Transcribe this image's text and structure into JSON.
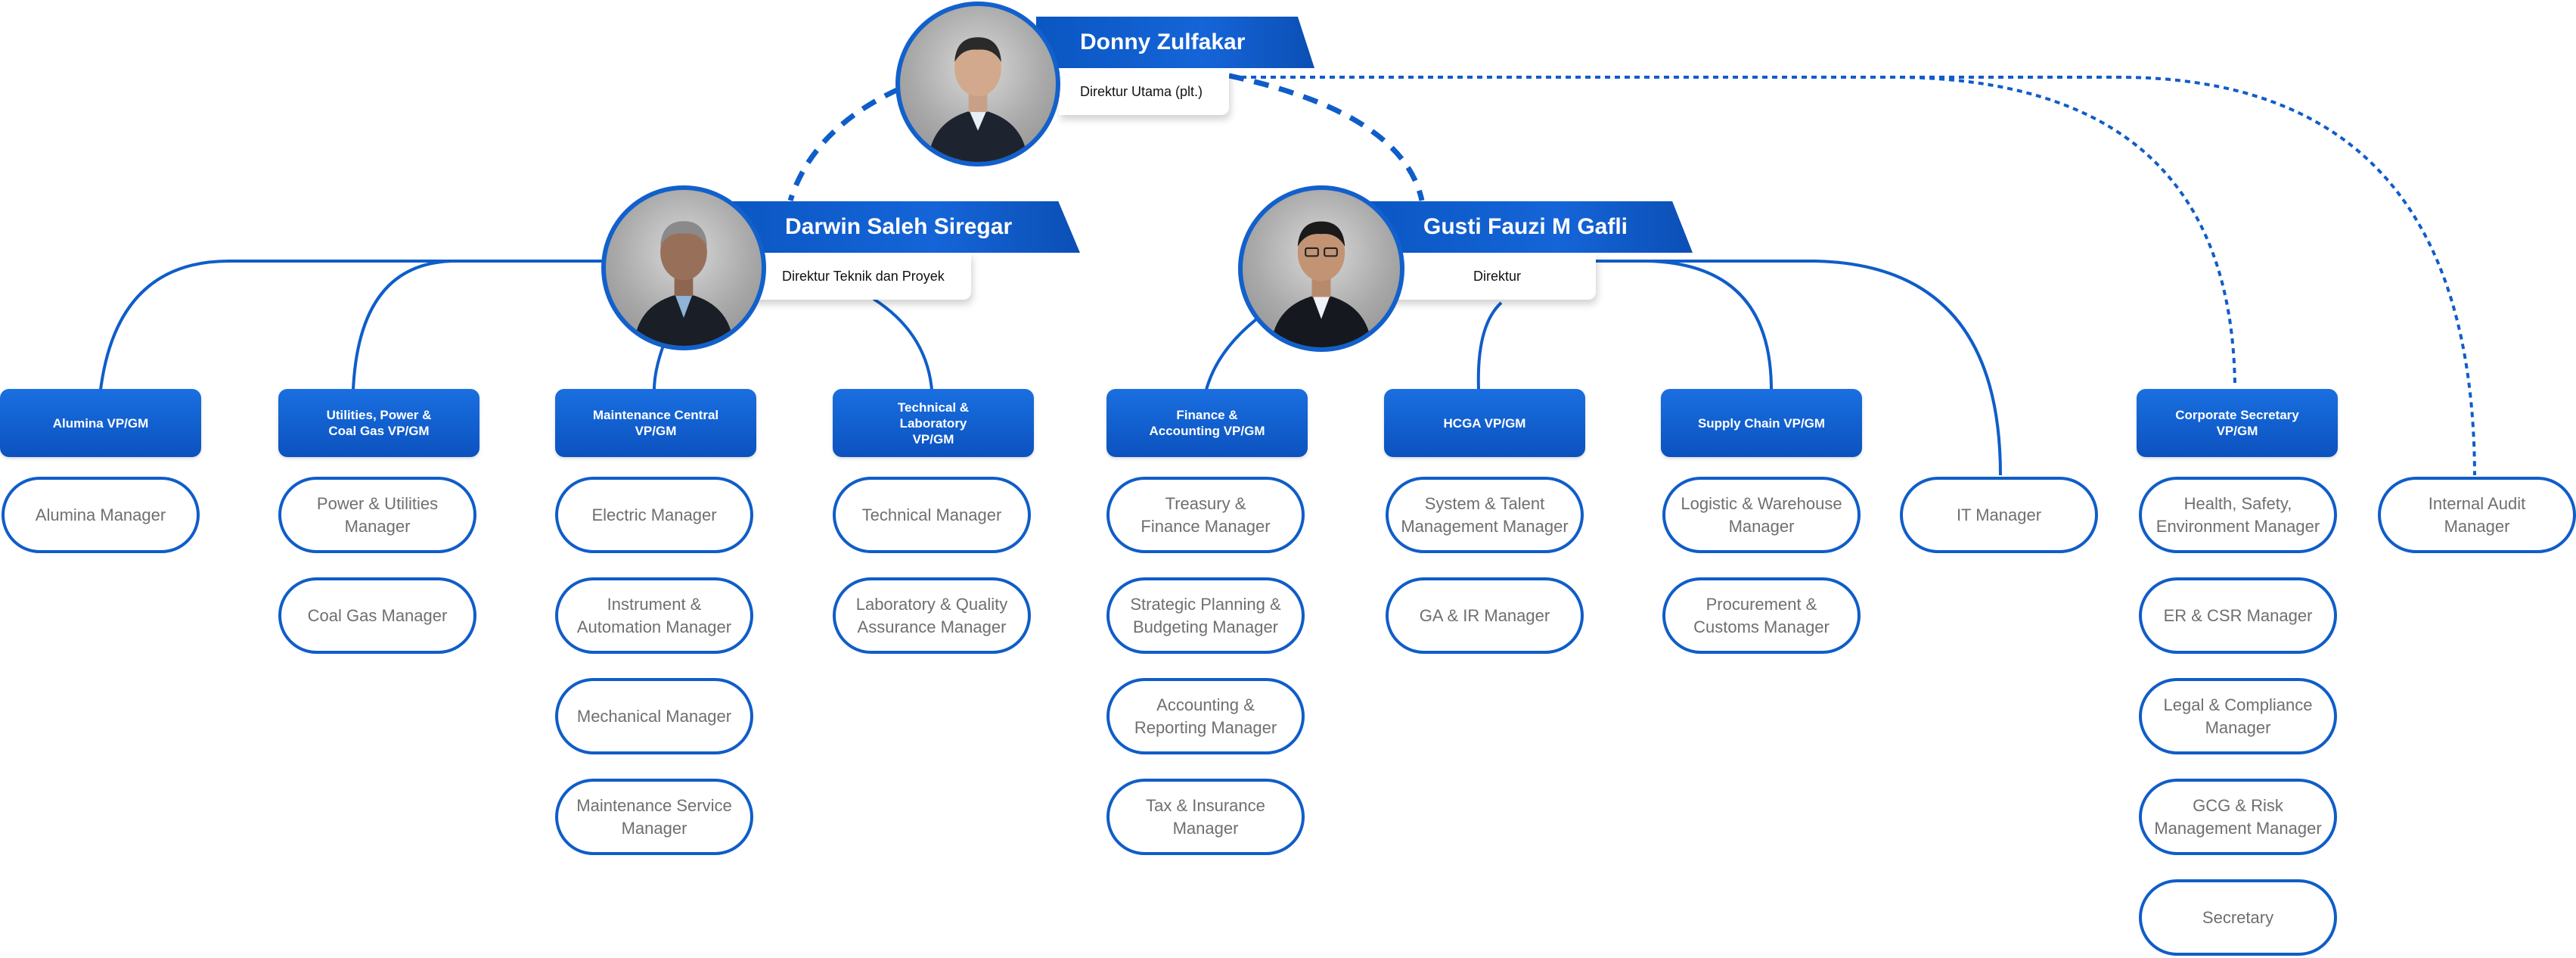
{
  "executives": {
    "ceo": {
      "name": "Donny Zulfakar",
      "title": "Direktur Utama (plt.)"
    },
    "tech": {
      "name": "Darwin Saleh Siregar",
      "title": "Direktur Teknik dan Proyek"
    },
    "fin": {
      "name": "Gusti Fauzi M Gafli",
      "title": "Direktur"
    }
  },
  "colors": {
    "accent": "#1260cc",
    "accent_light": "#1a6fe0",
    "manager_text": "#6f6f6f"
  },
  "vp_units": [
    {
      "label": "Alumina VP/GM"
    },
    {
      "label": "Utilities, Power &\nCoal Gas VP/GM"
    },
    {
      "label": "Maintenance Central\nVP/GM"
    },
    {
      "label": "Technical &\nLaboratory\nVP/GM"
    },
    {
      "label": "Finance &\nAccounting VP/GM"
    },
    {
      "label": "HCGA VP/GM"
    },
    {
      "label": "Supply Chain VP/GM"
    },
    {
      "label": "Corporate Secretary\nVP/GM"
    }
  ],
  "managers": {
    "alumina": [
      "Alumina Manager"
    ],
    "utilities": [
      "Power & Utilities\nManager",
      "Coal Gas Manager"
    ],
    "maintenance": [
      "Electric Manager",
      "Instrument &\nAutomation Manager",
      "Mechanical Manager",
      "Maintenance Service\nManager"
    ],
    "technical": [
      "Technical Manager",
      "Laboratory & Quality\nAssurance Manager"
    ],
    "finance": [
      "Treasury &\nFinance Manager",
      "Strategic Planning &\nBudgeting Manager",
      "Accounting &\nReporting Manager",
      "Tax & Insurance\nManager"
    ],
    "hcga": [
      "System & Talent\nManagement Manager",
      "GA & IR Manager"
    ],
    "supply": [
      "Logistic & Warehouse\nManager",
      "Procurement &\nCustoms Manager"
    ],
    "it": [
      "IT Manager"
    ],
    "corsec": [
      "Health, Safety,\nEnvironment Manager",
      "ER & CSR Manager",
      "Legal & Compliance\nManager",
      "GCG & Risk\nManagement Manager",
      "Secretary"
    ],
    "audit": [
      "Internal Audit\nManager"
    ]
  }
}
